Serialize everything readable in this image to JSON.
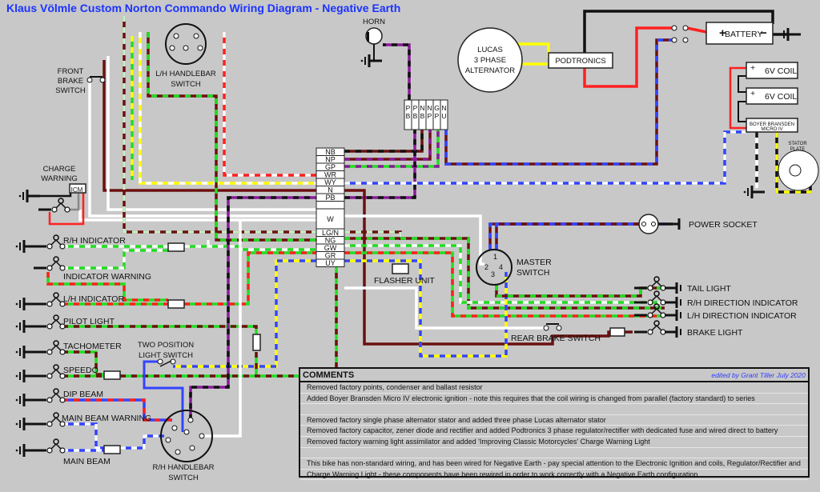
{
  "title": "Klaus Völmle Custom Norton Commando Wiring Diagram - Negative Earth",
  "components": {
    "horn": "HORN",
    "alternator": [
      "LUCAS",
      "3 PHASE",
      "ALTERNATOR"
    ],
    "podtronics": "PODTRONICS",
    "battery": "BATTERY",
    "coil1": "6V COIL",
    "coil2": "6V COIL",
    "boyer": [
      "BOYER BRANSDEN",
      "MICRO IV"
    ],
    "stator": [
      "STATOR",
      "PLATE"
    ],
    "power_socket": "POWER SOCKET",
    "master_switch": [
      "MASTER",
      "SWITCH"
    ],
    "master_terminals": [
      "1",
      "2",
      "3",
      "4"
    ],
    "flasher_unit": "FLASHER UNIT",
    "rear_brake_switch": "REAR BRAKE SWITCH",
    "tail_light": "TAIL LIGHT",
    "rh_direction": "R/H DIRECTION INDICATOR",
    "lh_direction": "L/H DIRECTION INDICATOR",
    "brake_light": "BRAKE LIGHT",
    "lh_handlebar": [
      "L/H HANDLEBAR",
      "SWITCH"
    ],
    "rh_handlebar": [
      "R/H HANDLEBAR",
      "SWITCH"
    ],
    "front_brake": [
      "FRONT",
      "BRAKE",
      "SWITCH"
    ],
    "charge_warning": [
      "CHARGE",
      "WARNING"
    ],
    "icm": "ICM",
    "two_position": [
      "TWO POSITION",
      "LIGHT SWITCH"
    ],
    "rh_indicator": "R/H INDICATOR",
    "indicator_warning": "INDICATOR WARNING",
    "lh_indicator": "L/H INDICATOR",
    "pilot_light": "PILOT LIGHT",
    "tachometer": "TACHOMETER",
    "speedo": "SPEEDO",
    "dip_beam": "DIP BEAM",
    "main_beam_warning": "MAIN BEAM WARNING",
    "main_beam": "MAIN BEAM",
    "plus": "+",
    "minus": "−"
  },
  "harness_rows": [
    "NB",
    "NP",
    "GP",
    "WR",
    "WY",
    "N",
    "PB",
    "",
    "W",
    "LG/N",
    "NG",
    "GW",
    "GR",
    "UY"
  ],
  "connector_cols": [
    [
      "P",
      "B"
    ],
    [
      "P",
      "B"
    ],
    [
      "N",
      "B"
    ],
    [
      "N",
      "P"
    ],
    [
      "G",
      "P"
    ],
    [
      "N",
      "U"
    ]
  ],
  "wire_colors": {
    "N": "#6b1010",
    "B": "#111111",
    "P": "#8a1a9a",
    "G": "#22dd22",
    "W": "#ffffff",
    "R": "#ff2020",
    "Y": "#ffff00",
    "U": "#3344ff",
    "LG": "#c8f0c8"
  },
  "comments": {
    "header": "COMMENTS",
    "editor": "edited by Grant Tiller July 2020",
    "lines": [
      "Removed factory points, condenser and ballast resistor",
      "Added Boyer Bransden Micro IV electronic ignition - note this requires that the coil wiring is changed from parallel (factory standard) to series",
      "",
      "Removed factory single phase alternator stator and added three phase Lucas alternator stator",
      "Removed factory capacitor, zener diode and rectifier and added Podtronics 3 phase regulator/rectifier with dedicated fuse and wired direct to battery",
      "Removed factory warning light assimilator and added 'Improving Classic Motorcycles' Charge Warning Light",
      "",
      "This bike has non-standard wiring, and has been wired for Negative Earth - pay special attention to the Electronic Ignition and coils, Regulator/Rectifier and",
      "Charge Warning Light - these components have been rewired in order to work correctly with a Negative Earth configuration"
    ]
  }
}
